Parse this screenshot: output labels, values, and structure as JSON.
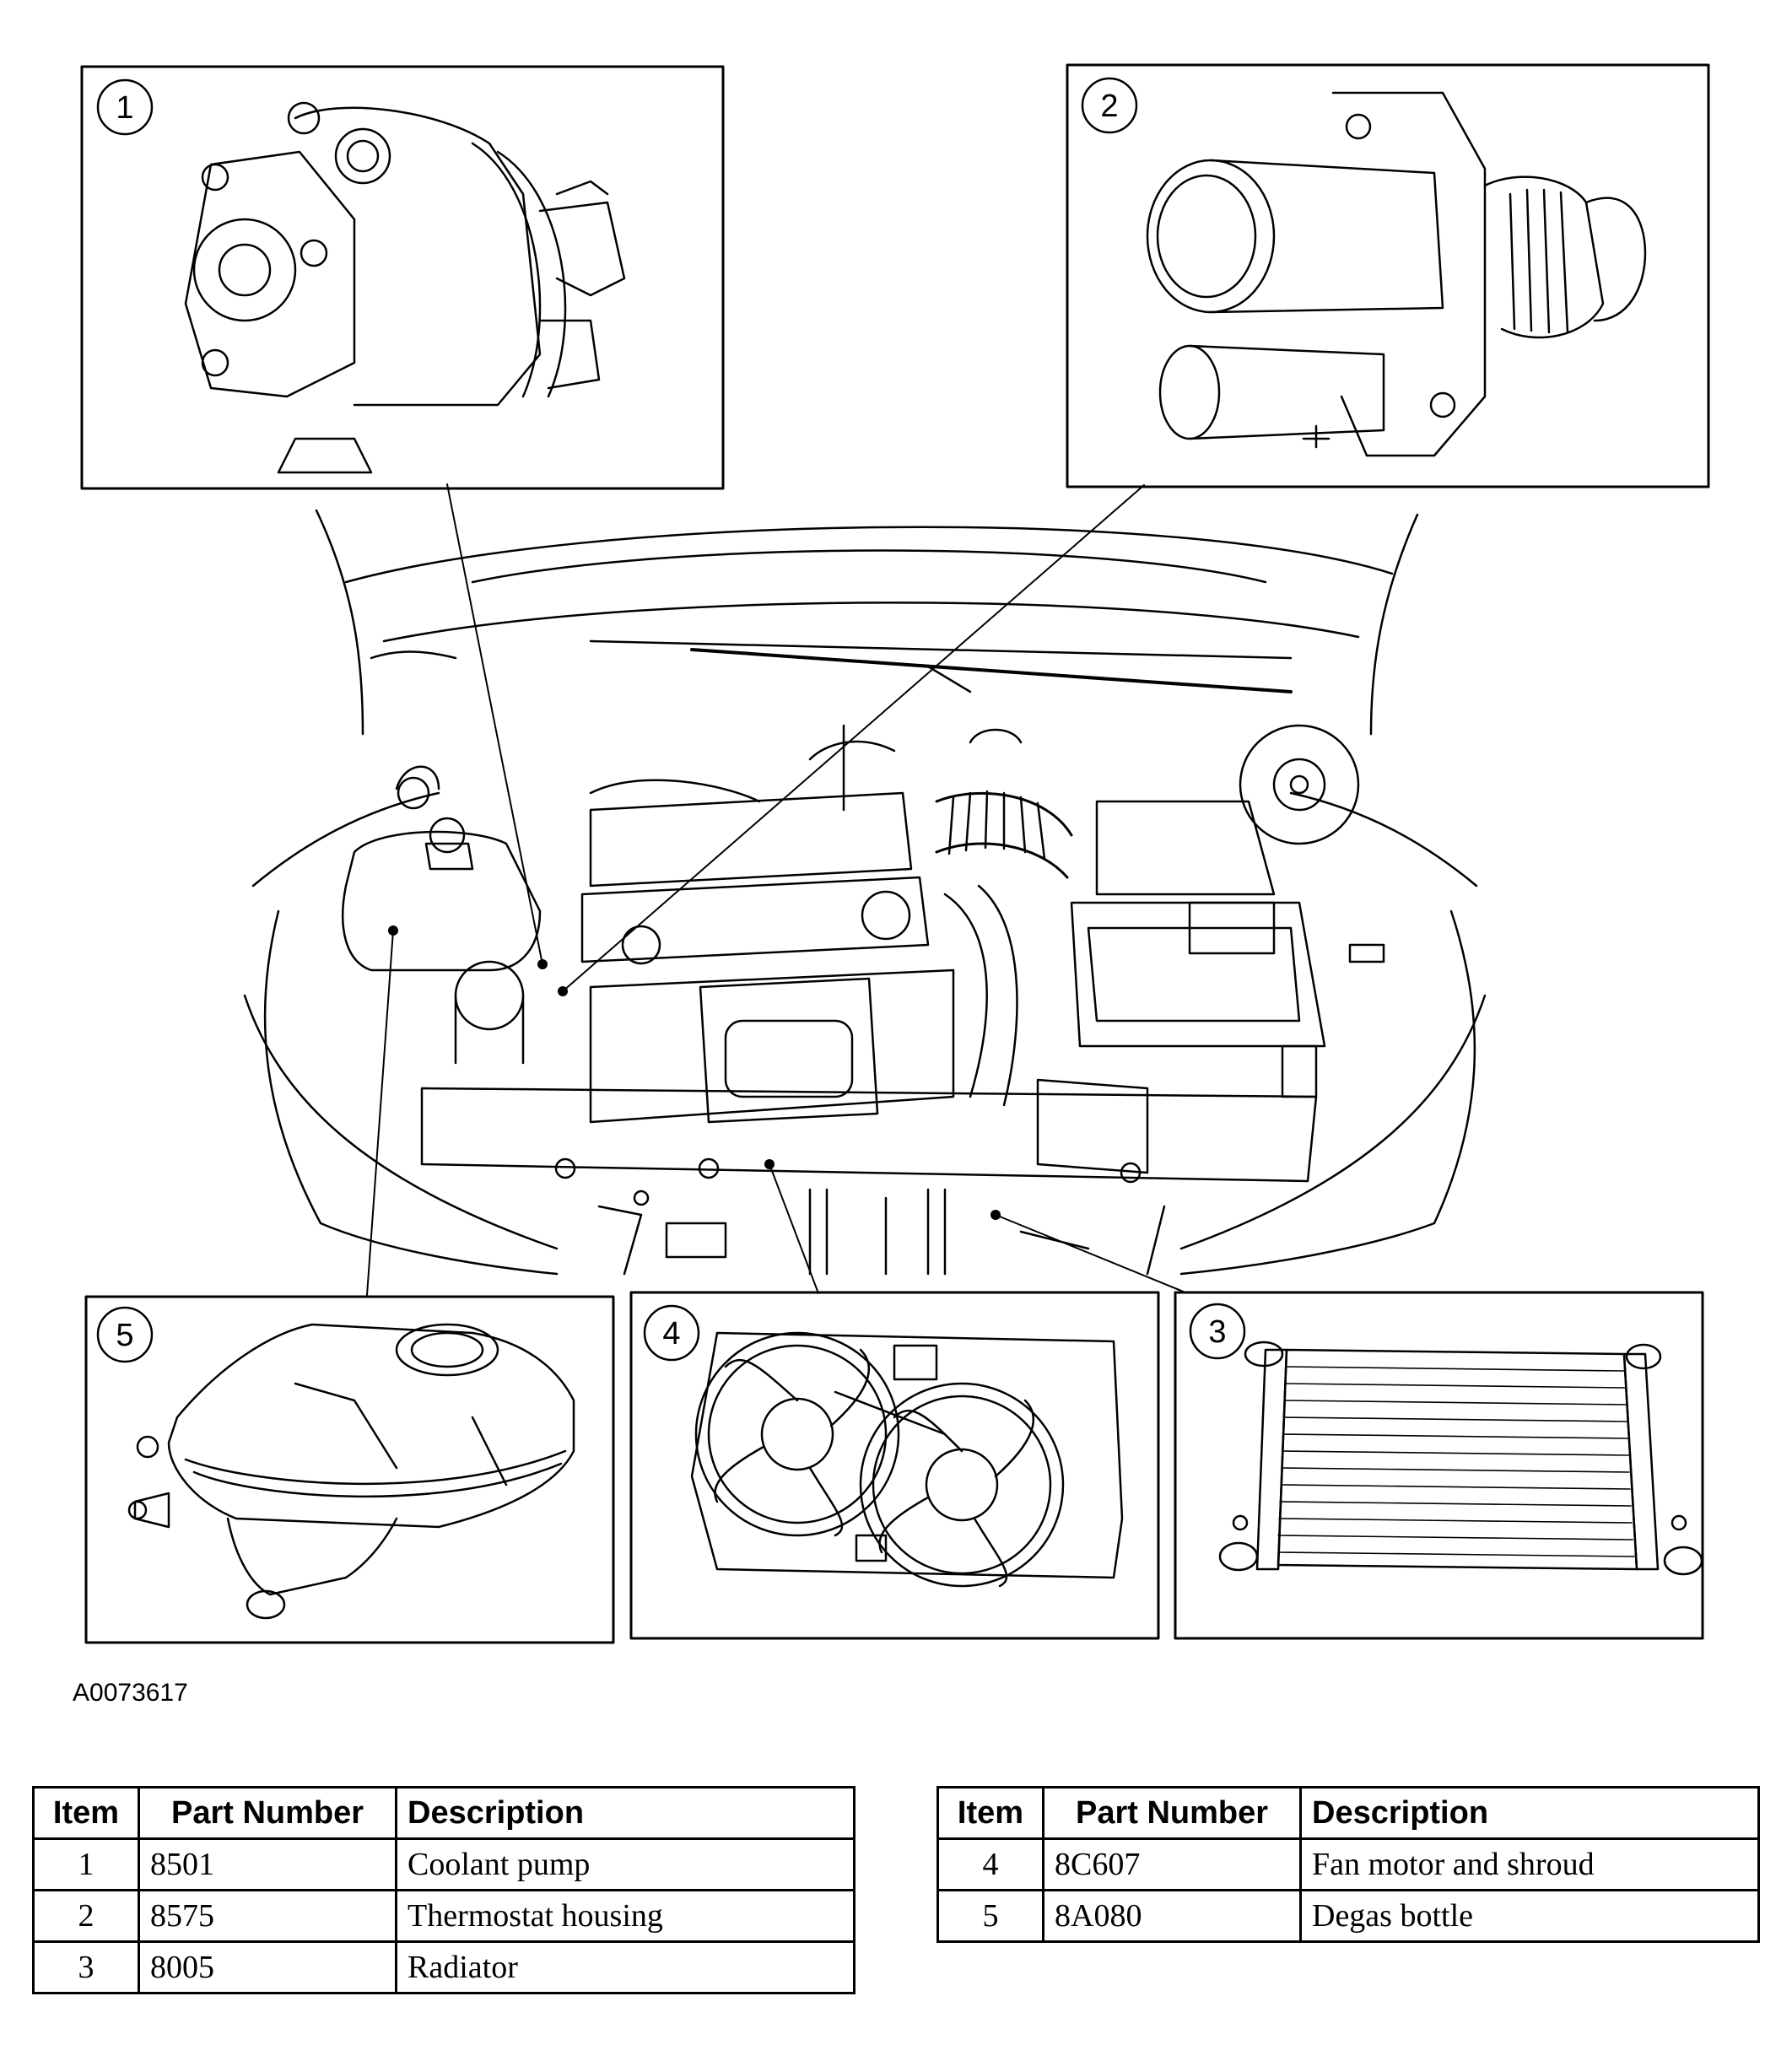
{
  "figure": {
    "id": "A0073617",
    "callouts": [
      "1",
      "2",
      "3",
      "4",
      "5"
    ]
  },
  "parts_table_left": {
    "headers": [
      "Item",
      "Part Number",
      "Description"
    ],
    "rows": [
      {
        "item": "1",
        "part": "8501",
        "desc": "Coolant pump"
      },
      {
        "item": "2",
        "part": "8575",
        "desc": "Thermostat housing"
      },
      {
        "item": "3",
        "part": "8005",
        "desc": "Radiator"
      }
    ]
  },
  "parts_table_right": {
    "headers": [
      "Item",
      "Part Number",
      "Description"
    ],
    "rows": [
      {
        "item": "4",
        "part": "8C607",
        "desc": "Fan motor and shroud"
      },
      {
        "item": "5",
        "part": "8A080",
        "desc": "Degas bottle"
      }
    ]
  }
}
